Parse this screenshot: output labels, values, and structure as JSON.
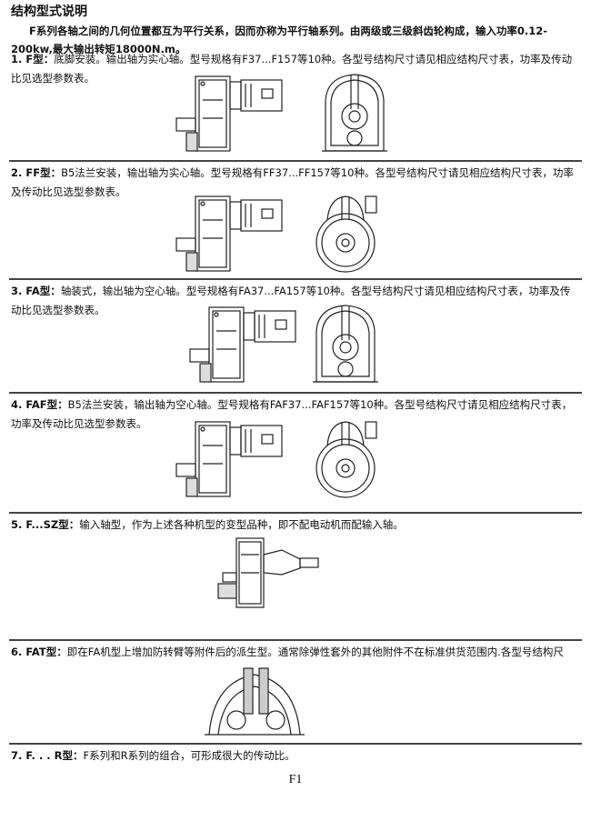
{
  "title": "结构型式说明",
  "intro": "F系列各轴之间的几何位置都互为平行关系，因而亦称为平行轴系列。由两级或三级斜齿轮构成，输入功率0.12-200kw,最大输出转矩18000N.m。",
  "sections": [
    {
      "label": "1. F型：",
      "text": "底脚安装。输出轴为实心轴。型号规格有F37...F157等10种。各型号结构尺寸请见相应结构尺寸表，功率及传动比见选型参数表。"
    },
    {
      "label": "2. FF型：",
      "text": "B5法兰安装，输出轴为实心轴。型号规格有FF37...FF157等10种。各型号结构尺寸请见相应结构尺寸表，功率及传动比见选型参数表。"
    },
    {
      "label": "3. FA型：",
      "text": "轴装式，输出轴为空心轴。型号规格有FA37...FA157等10种。各型号结构尺寸请见相应结构尺寸表，功率及传动比见选型参数表。"
    },
    {
      "label": "4. FAF型：",
      "text": "B5法兰安装，输出轴为空心轴。型号规格有FAF37...FAF157等10种。各型号结构尺寸请见相应结构尺寸表，功率及传动比见选型参数表。"
    },
    {
      "label": "5. F...SZ型：",
      "text": "输入轴型，作为上述各种机型的变型品种，即不配电动机而配输入轴。"
    },
    {
      "label": "6. FAT型：",
      "text": "即在FA机型上增加防转臂等附件后的派生型。通常除弹性套外的其他附件不在标准供货范围内.各型号结构尺"
    },
    {
      "label": "7. F. . . R型：",
      "text": "F系列和R系列的组合，可形成很大的传动比。"
    }
  ],
  "page_number": "F1"
}
